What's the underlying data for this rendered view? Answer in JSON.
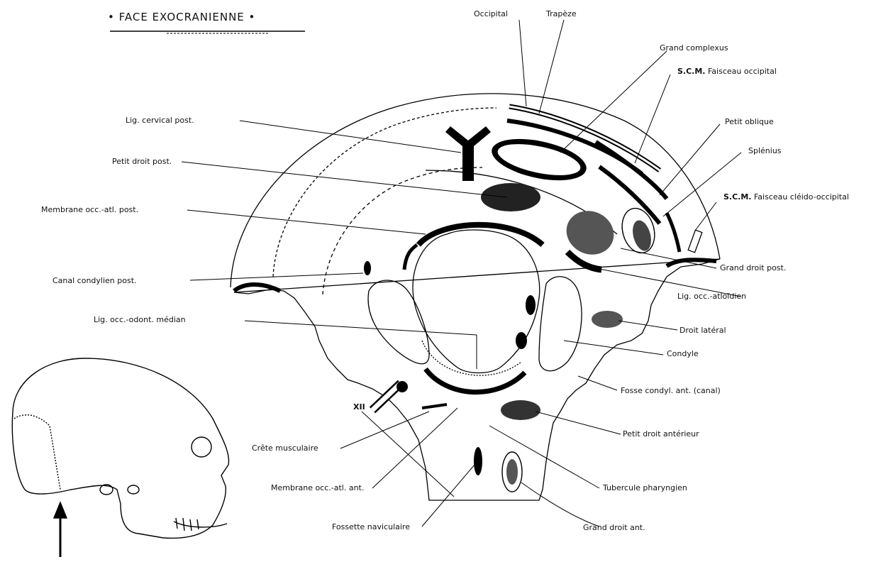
{
  "title": "• FACE EXOCRANIENNE •",
  "colors": {
    "ink": "#000000",
    "paper": "#ffffff"
  },
  "labels": {
    "occipital": "Occipital",
    "trapeze": "Trapèze",
    "grand_complexus": "Grand complexus",
    "scm_ext_prefix": "S.C.M.",
    "scm_ext": "Faisceau occipital",
    "petit_oblique": "Petit oblique",
    "splenius": "Splénius",
    "scm_cleido_prefix": "S.C.M.",
    "scm_cleido": "Faisceau cléido-occipital",
    "grand_droit_post": "Grand droit post.",
    "lig_occ_atloid": "Lig. occ.-atloïdien",
    "droit_lateral": "Droit latéral",
    "condyle": "Condyle",
    "fosse_condyl_ant": "Fosse condyl. ant. (canal)",
    "petit_droit_ant": "Petit droit antérieur",
    "tubercule_pharyngien": "Tubercule pharyngien",
    "grand_droit_ant": "Grand droit ant.",
    "fossette_naviculaire": "Fossette naviculaire",
    "membrane_occ_atl_ant": "Membrane occ.-atl. ant.",
    "crete_musculaire": "Crête musculaire",
    "xii": "XII",
    "lig_occ_odont_median": "Lig. occ.-odont. médian",
    "canal_condylien_post": "Canal condylien post.",
    "membrane_occ_atl_post": "Membrane occ.-atl. post.",
    "petit_droit_post": "Petit droit post.",
    "lig_cervical_post": "Lig. cervical post."
  }
}
